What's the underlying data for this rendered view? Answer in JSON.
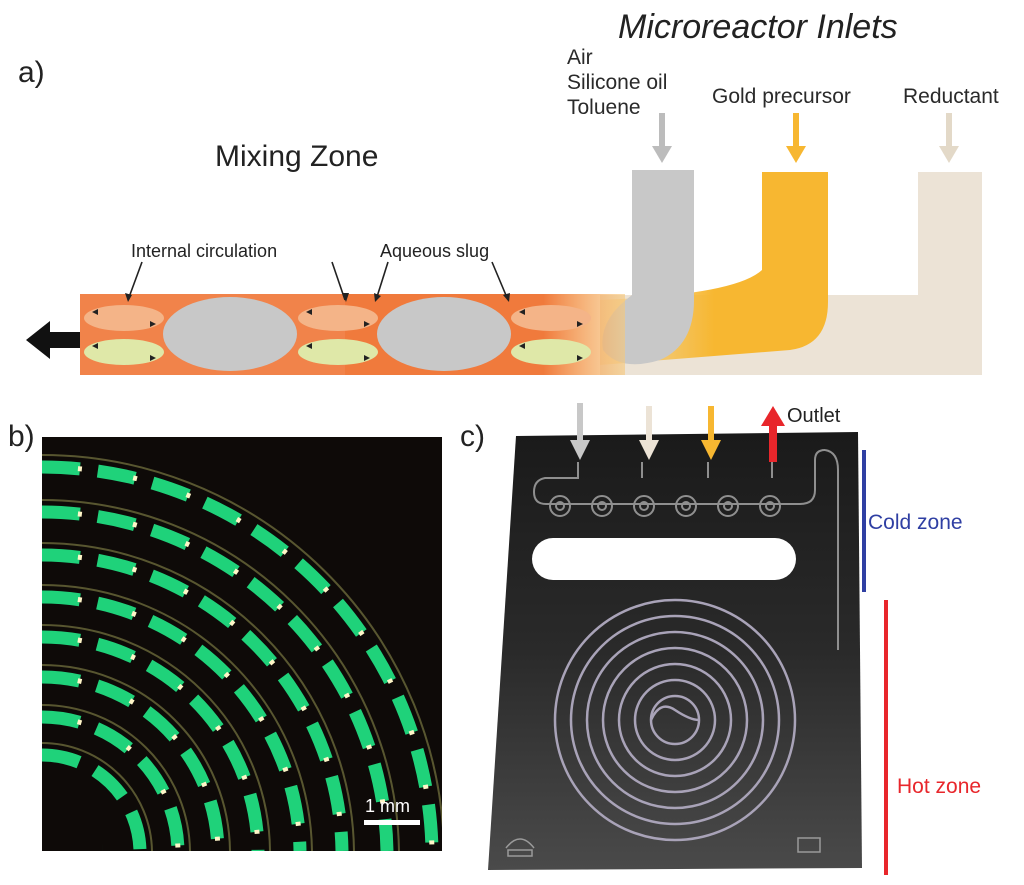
{
  "panel_a": {
    "letter": "a)",
    "title": "Microreactor Inlets",
    "mixing_zone": "Mixing Zone",
    "inlet_1_lines": [
      "Air",
      "Silicone oil",
      "Toluene"
    ],
    "inlet_2": "Gold precursor",
    "inlet_3": "Reductant",
    "label_internal_circulation": "Internal circulation",
    "label_aqueous_slug": "Aqueous slug"
  },
  "panel_b": {
    "letter": "b)",
    "scale_bar": "1 mm"
  },
  "panel_c": {
    "letter": "c)",
    "outlet": "Outlet",
    "cold_zone": "Cold  zone",
    "hot_zone": "Hot  zone"
  },
  "colors": {
    "channel_orange": "#f07a3c",
    "gold": "#f7b731",
    "reductant": "#ece3d6",
    "gas_grey": "#c8c8c8",
    "cold_blue": "#2f3fa3",
    "hot_red": "#e8262b",
    "fluor_green": "#1fd27a"
  }
}
